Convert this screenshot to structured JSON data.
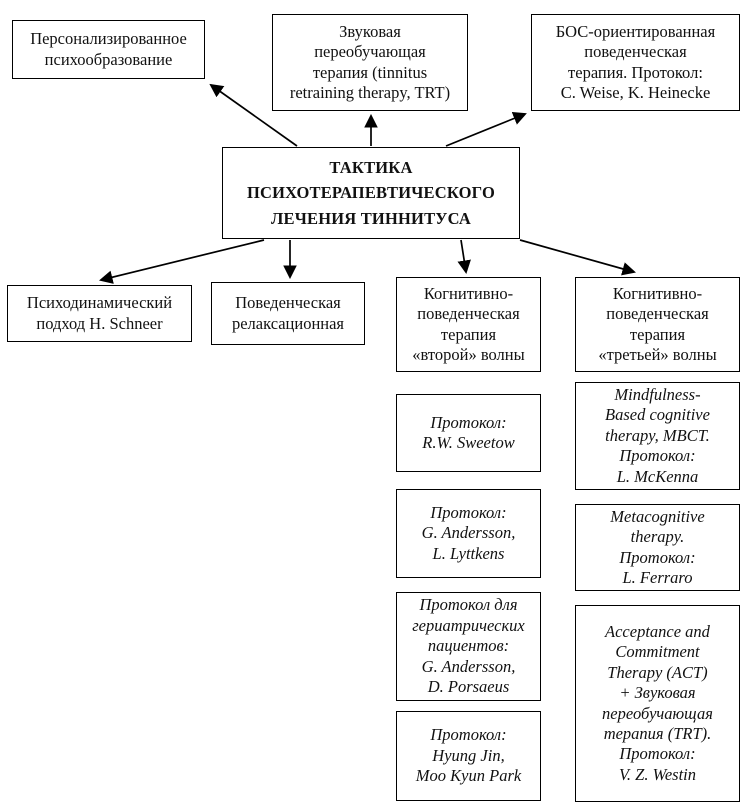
{
  "diagram": {
    "title_node": {
      "label": "ТАКТИКА\nПСИХОТЕРАПЕВТИЧЕСКОГО\nЛЕЧЕНИЯ ТИННИТУСА"
    },
    "top_nodes": [
      {
        "label": "Персонализированное\nпсихообразование"
      },
      {
        "label": "Звуковая\nпереобучающая\nтерапия (tinnitus\nretraining therapy, TRT)"
      },
      {
        "label": "БОС-ориентированная\nповеденческая\nтерапия. Протокол:\nC. Weise, K. Heinecke"
      }
    ],
    "bottom_nodes": [
      {
        "label": "Психодинамический\nподход H. Schneer"
      },
      {
        "label": "Поведенческая\nрелаксационная"
      },
      {
        "label": "Когнитивно-\nповеденческая\nтерапия\n«второй» волны"
      },
      {
        "label": "Когнитивно-\nповеденческая\nтерапия\n«третьей» волны"
      }
    ],
    "second_wave_protocols": [
      {
        "label": "Протокол:\nR.W. Sweetow"
      },
      {
        "label": "Протокол:\nG. Andersson,\nL. Lyttkens"
      },
      {
        "label": "Протокол для\nгериатрических\nпациентов:\nG. Andersson,\nD. Porsaeus"
      },
      {
        "label": "Протокол:\nHyung Jin,\nMoo Kyun Park"
      }
    ],
    "third_wave_protocols": [
      {
        "label": "Mindfulness-\nBased cognitive\ntherapy, MBCT.\nПротокол:\nL. McKenna"
      },
      {
        "label": "Metacognitive\ntherapy.\nПротокол:\nL. Ferraro"
      },
      {
        "label": "Acceptance and\nCommitment\nTherapy (ACT)\n+ Звуковая\nпереобучающая\nтерапия (TRT).\nПротокол:\nV. Z. Westin"
      }
    ],
    "colors": {
      "border": "#000000",
      "text": "#111111",
      "background": "#ffffff"
    }
  }
}
